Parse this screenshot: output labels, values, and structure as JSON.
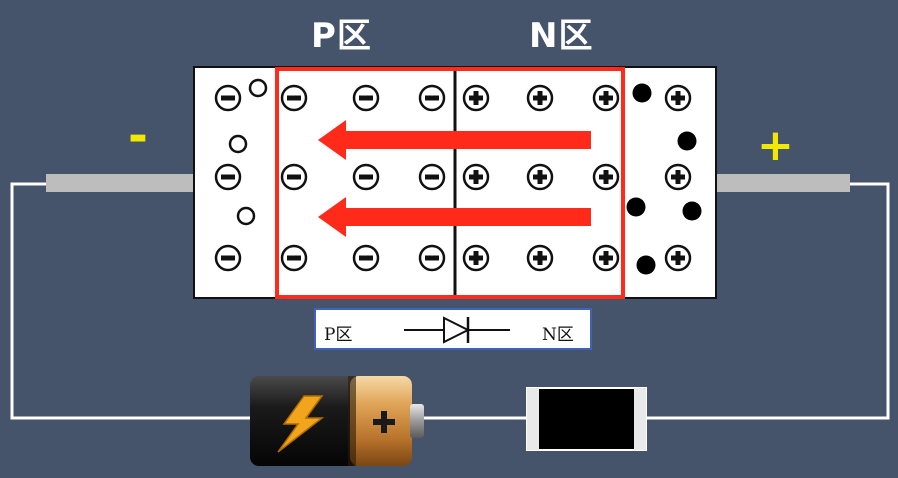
{
  "labels": {
    "p_region": "P区",
    "n_region": "N区",
    "negative_terminal": "-",
    "positive_terminal": "+"
  },
  "legend": {
    "left_label": "P区",
    "right_label": "N区"
  },
  "colors": {
    "background": "#45536b",
    "depletion_border": "#ff2a1a",
    "field_arrow": "#ff2a1a",
    "terminal_sign": "#f2e900",
    "wire": "#ffffff",
    "lead": "#bdbdbd"
  },
  "icons": {
    "negative_ion": "minus-circle",
    "positive_ion": "plus-circle",
    "hole": "open-circle",
    "electron": "filled-dot",
    "battery": "battery-icon",
    "diode_symbol": "diode-symbol-icon",
    "resistor": "component-body"
  }
}
